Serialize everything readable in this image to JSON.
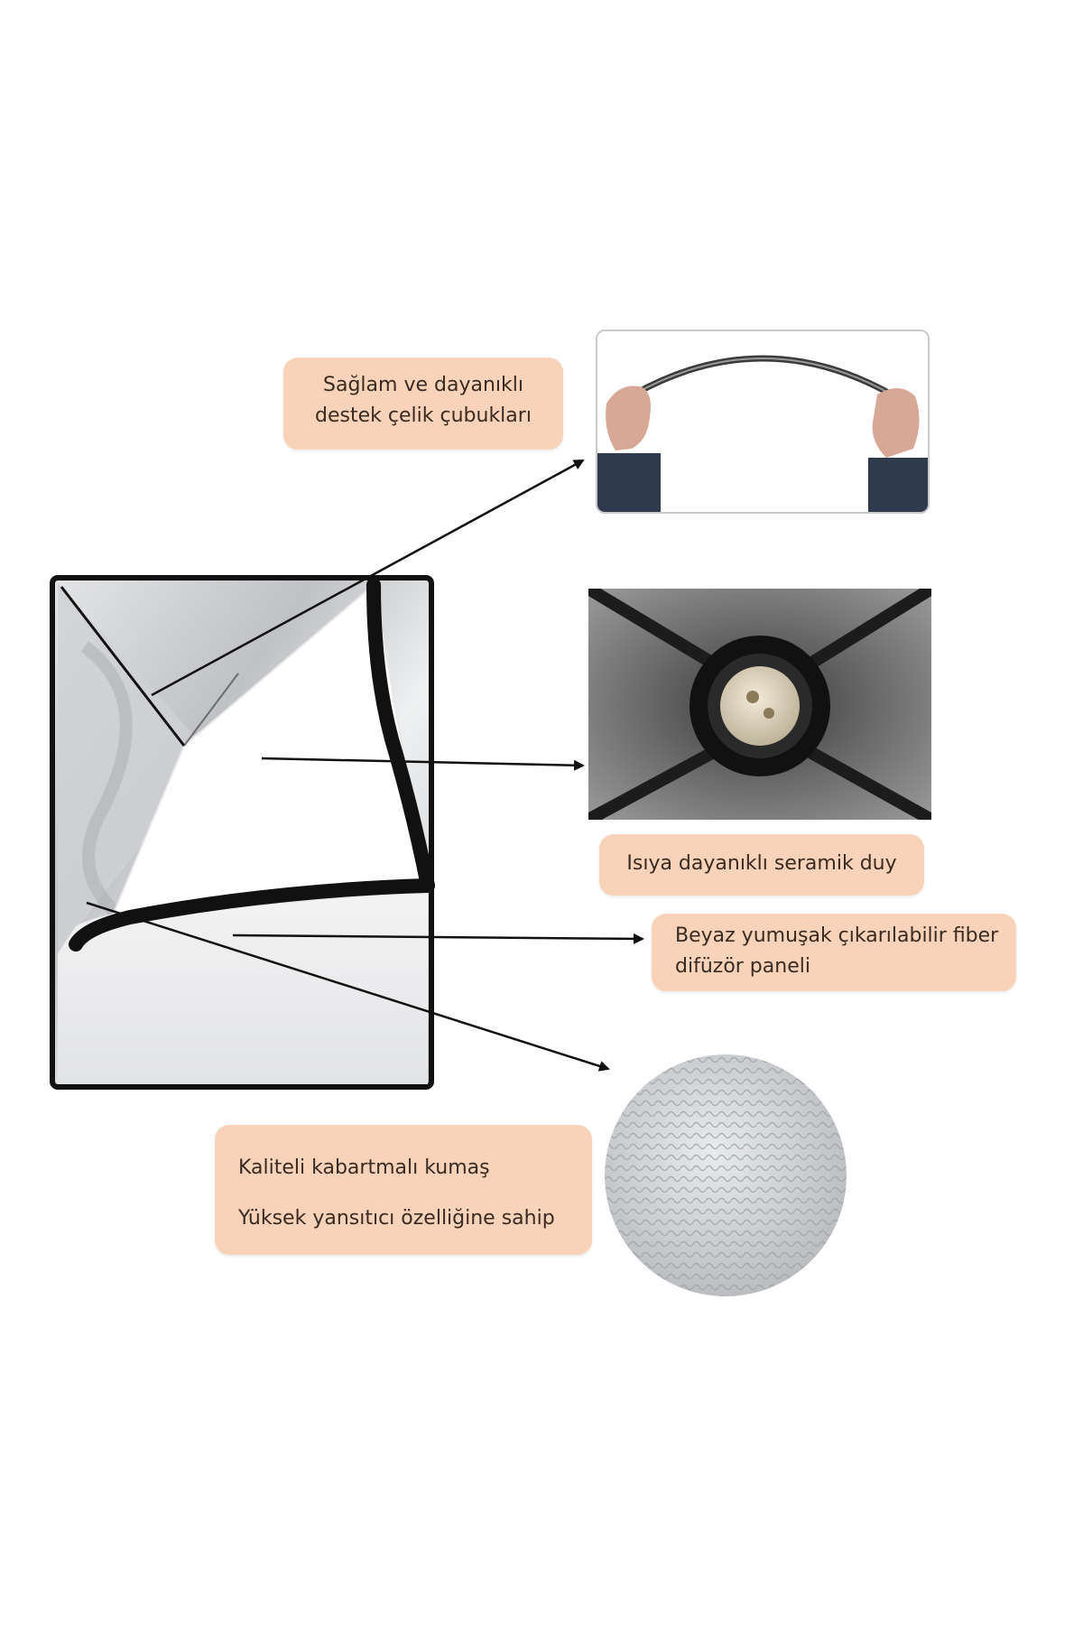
{
  "callouts": {
    "steel_rods": {
      "line1": "Sağlam ve dayanıklı",
      "line2": "destek çelik çubukları"
    },
    "ceramic_socket": {
      "line1": "Isıya dayanıklı seramik duy"
    },
    "diffuser_panel": {
      "line1": "Beyaz yumuşak çıkarılabilir fiber",
      "line2": "difüzör paneli"
    },
    "embossed_fabric": {
      "line1": "Kaliteli kabartmalı kumaş",
      "line2": "Yüksek yansıtıcı özelliğine sahip"
    }
  },
  "colors": {
    "callout_bg": "#f8d2b9",
    "callout_text": "#3a2a22",
    "arrow": "#111111",
    "softbox_frame": "#111111",
    "diffuser": "#ffffff",
    "silver_lining": "#d9dadc"
  }
}
